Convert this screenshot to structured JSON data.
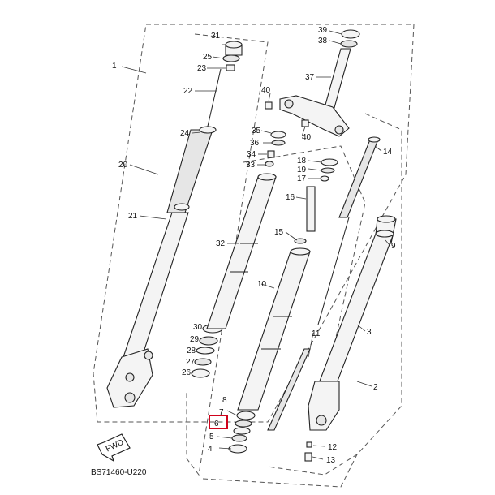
{
  "diagram": {
    "code": "BS71460-U220",
    "fwd": "FWD",
    "highlight_label": "6",
    "highlight_color": "#d0021b",
    "labels": [
      "1",
      "2",
      "3",
      "4",
      "5",
      "6",
      "7",
      "8",
      "9",
      "10",
      "11",
      "12",
      "13",
      "14",
      "15",
      "16",
      "17",
      "18",
      "19",
      "20",
      "21",
      "22",
      "23",
      "24",
      "25",
      "26",
      "27",
      "28",
      "29",
      "30",
      "31",
      "32",
      "33",
      "34",
      "35",
      "36",
      "37",
      "38",
      "39",
      "40",
      "40"
    ]
  }
}
